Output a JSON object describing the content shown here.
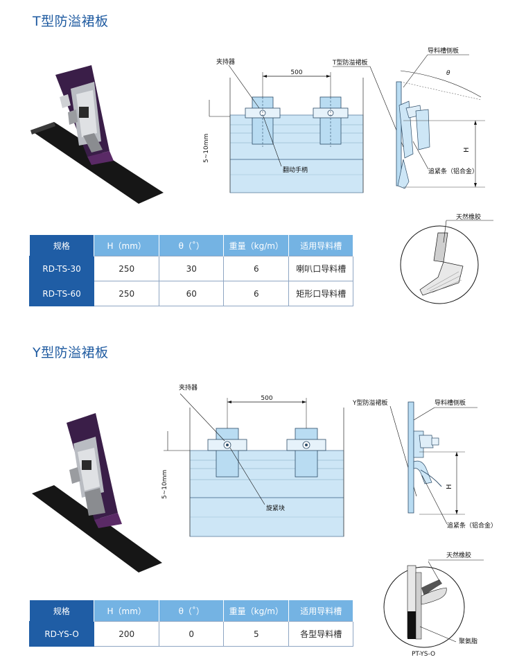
{
  "t_section": {
    "title": "T型防溢裙板",
    "table": {
      "headers": [
        "规格",
        "H（mm）",
        "θ（˚）",
        "重量（kg/m）",
        "适用导料槽"
      ],
      "rows": [
        [
          "RD-TS-30",
          "250",
          "30",
          "6",
          "喇叭口导料槽"
        ],
        [
          "RD-TS-60",
          "250",
          "60",
          "6",
          "矩形口导料槽"
        ]
      ]
    },
    "front": {
      "clamp": "夹持器",
      "dim500": "500",
      "gap": "5~10mm",
      "handle": "翻动手柄",
      "skirt": "T型防溢裙板"
    },
    "side": {
      "wall": "导料槽侧板",
      "theta": "θ",
      "H": "H",
      "strip": "追紧条（铝合金）"
    },
    "detail": {
      "rubber": "天然橡胶"
    }
  },
  "y_section": {
    "title": "Y型防溢裙板",
    "table": {
      "headers": [
        "规格",
        "H（mm）",
        "θ（˚）",
        "重量（kg/m）",
        "适用导料槽"
      ],
      "rows": [
        [
          "RD-YS-O",
          "200",
          "0",
          "5",
          "各型导料槽"
        ]
      ]
    },
    "front": {
      "clamp": "夹持器",
      "dim500": "500",
      "gap": "5~10mm",
      "block": "旋紧块"
    },
    "side": {
      "skirt": "Y型防溢裙板",
      "wall": "导料槽侧板",
      "H": "H",
      "strip": "追紧条（铝合金）"
    },
    "detail": {
      "rubber": "天然橡胶",
      "pu": "聚氨脂",
      "code": "PT-YS-O"
    }
  }
}
